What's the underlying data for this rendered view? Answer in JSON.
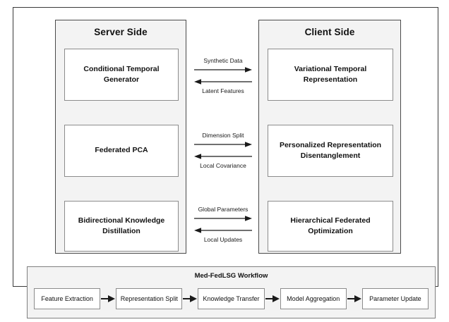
{
  "diagram": {
    "panels": [
      {
        "id": "server",
        "title": "Server Side",
        "modules": [
          "Conditional Temporal Generator",
          "Federated PCA",
          "Bidirectional Knowledge Distillation"
        ]
      },
      {
        "id": "client",
        "title": "Client Side",
        "modules": [
          "Variational Temporal Representation",
          "Personalized Representation Disentanglement",
          "Hierarchical Federated Optimization"
        ]
      }
    ],
    "connectors": [
      {
        "forward": "Synthetic Data",
        "backward": "Latent Features"
      },
      {
        "forward": "Dimension Split",
        "backward": "Local Covariance"
      },
      {
        "forward": "Global Parameters",
        "backward": "Local Updates"
      }
    ],
    "workflow": {
      "title": "Med-FedLSG Workflow",
      "steps": [
        "Feature Extraction",
        "Representation Split",
        "Knowledge Transfer",
        "Model Aggregation",
        "Parameter Update"
      ]
    },
    "colors": {
      "panel_fill": "#f3f3f3",
      "box_fill": "#ffffff",
      "box_border": "#8c8c8c",
      "panel_border": "#4a4a4a",
      "frame_border": "#3a3a3a",
      "text": "#111111"
    }
  }
}
